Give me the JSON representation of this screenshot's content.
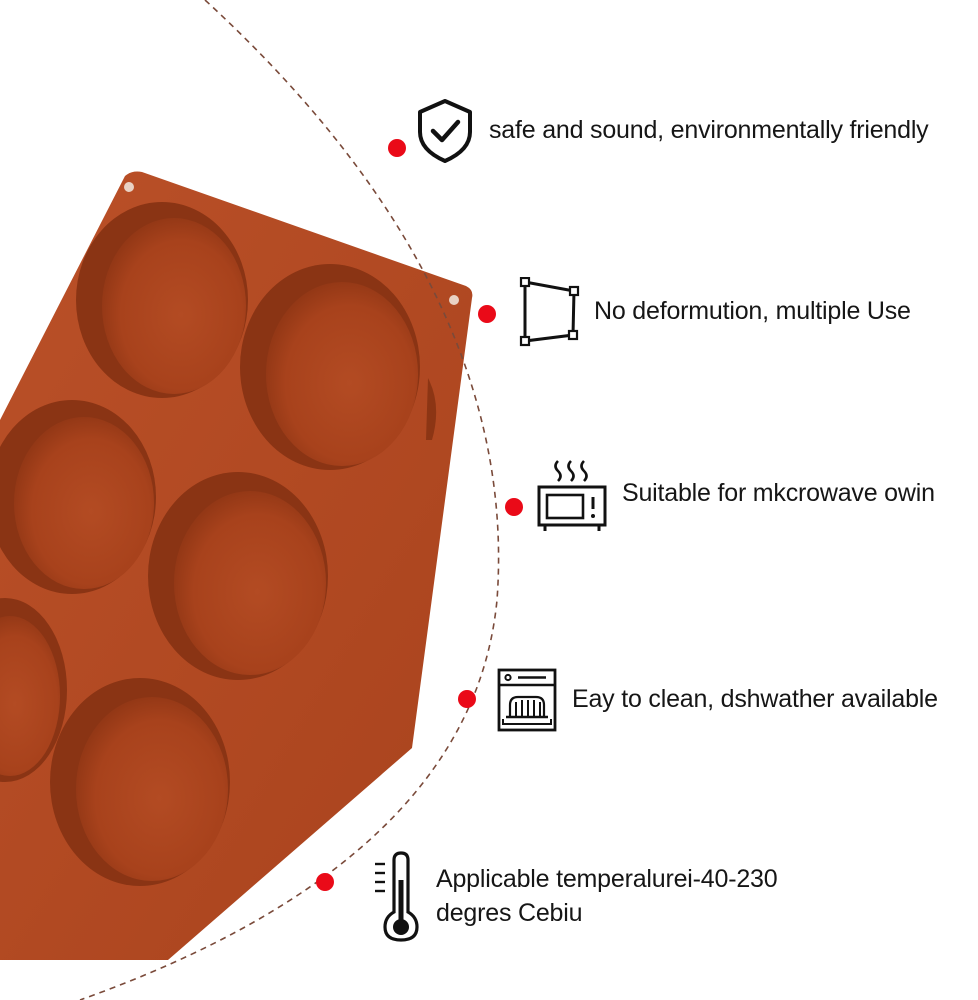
{
  "colors": {
    "mold": "#b24a22",
    "mold_dark": "#8a3414",
    "dot": "#ea0a18",
    "arc": "#7a4a3a",
    "text": "#161616",
    "background": "#ffffff"
  },
  "features": [
    {
      "icon": "shield-check-icon",
      "text": "safe and sound, environmentally friendly"
    },
    {
      "icon": "deformation-frame-icon",
      "text": "No deformution, multiple Use"
    },
    {
      "icon": "microwave-icon",
      "text": "Suitable for mkcrowave owin"
    },
    {
      "icon": "dishwasher-icon",
      "text": "Eay to clean, dshwather available"
    },
    {
      "icon": "thermometer-icon",
      "text_line1": "Applicable temperalurei-40-230",
      "text_line2": "degres Cebiu"
    }
  ]
}
